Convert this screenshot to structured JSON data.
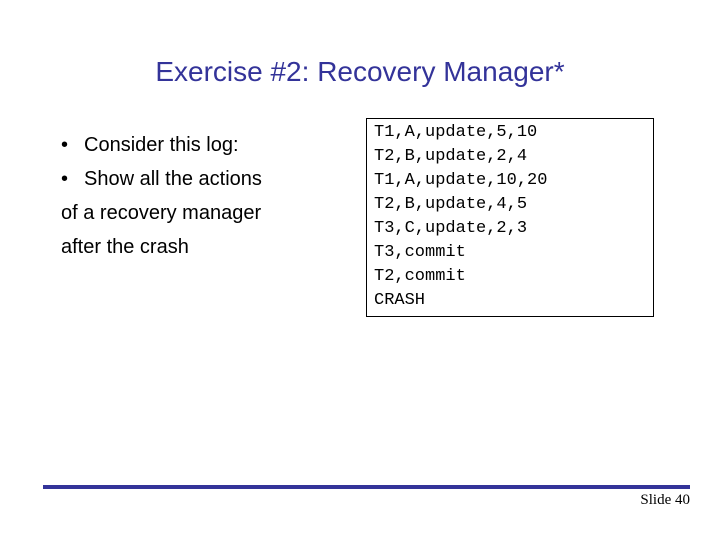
{
  "slide": {
    "title": "Exercise #2: Recovery Manager*",
    "title_color": "#333399",
    "background_color": "#ffffff",
    "text_color": "#000000"
  },
  "body": {
    "lines": [
      {
        "text": "Consider this log:",
        "bulleted": true,
        "bullet": "•"
      },
      {
        "text": "Show all the actions",
        "bulleted": true,
        "bullet": "•"
      },
      {
        "text": "of a recovery manager",
        "bulleted": false,
        "bullet": ""
      },
      {
        "text": "after the crash",
        "bulleted": false,
        "bullet": ""
      }
    ]
  },
  "log_box": {
    "border_color": "#000000",
    "entries": [
      "T1,A,update,5,10",
      "T2,B,update,2,4",
      "T1,A,update,10,20",
      "T2,B,update,4,5",
      "T3,C,update,2,3",
      "T3,commit",
      "T2,commit",
      "CRASH"
    ]
  },
  "footer": {
    "rule_color": "#333399",
    "slide_number_label": "Slide 40"
  }
}
